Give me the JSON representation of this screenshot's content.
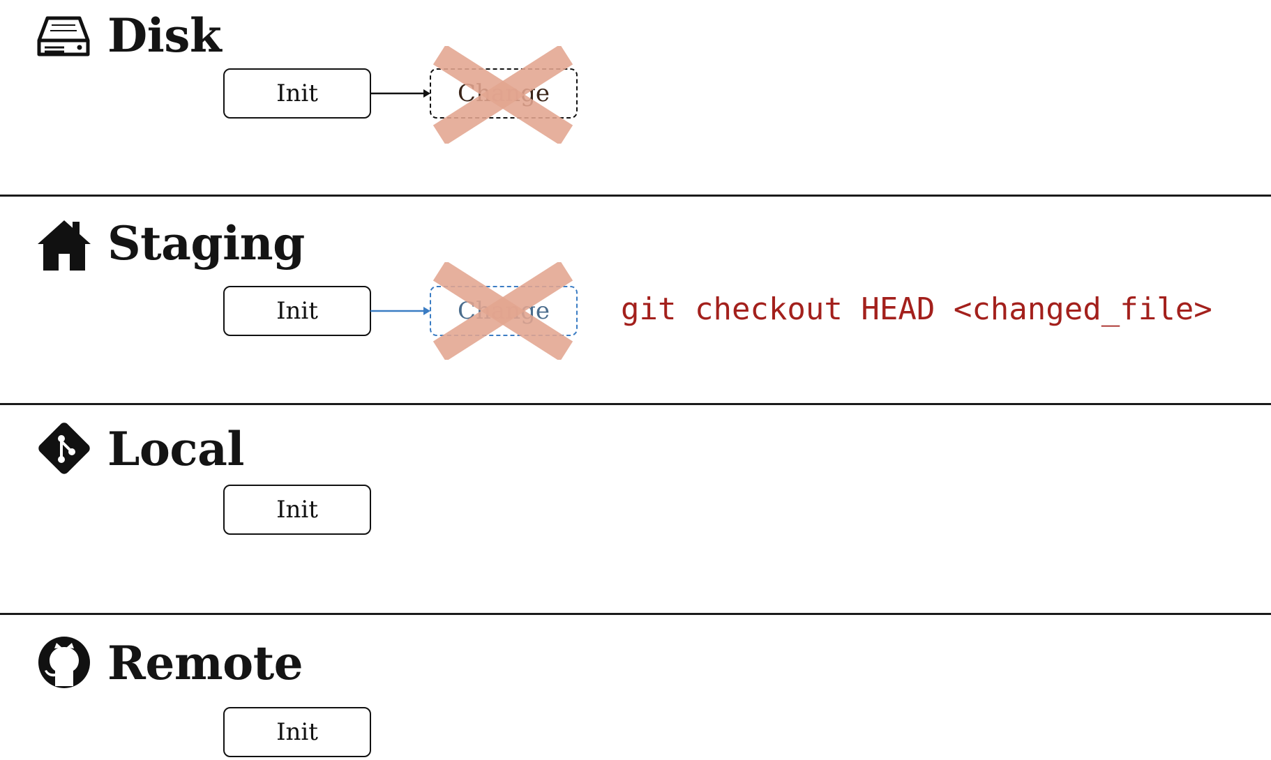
{
  "sections": {
    "disk": {
      "title": "Disk",
      "icon": "hard-drive-icon",
      "nodes": [
        "Init",
        "Change"
      ]
    },
    "staging": {
      "title": "Staging",
      "icon": "house-icon",
      "nodes": [
        "Init",
        "Change"
      ],
      "command": "git checkout HEAD <changed_file>"
    },
    "local": {
      "title": "Local",
      "icon": "git-icon",
      "nodes": [
        "Init"
      ]
    },
    "remote": {
      "title": "Remote",
      "icon": "github-icon",
      "nodes": [
        "Init"
      ]
    }
  },
  "colors": {
    "command_text": "#a3201c",
    "cross_overlay": "#e3a58f",
    "staging_arrow": "#3a7cc3"
  }
}
